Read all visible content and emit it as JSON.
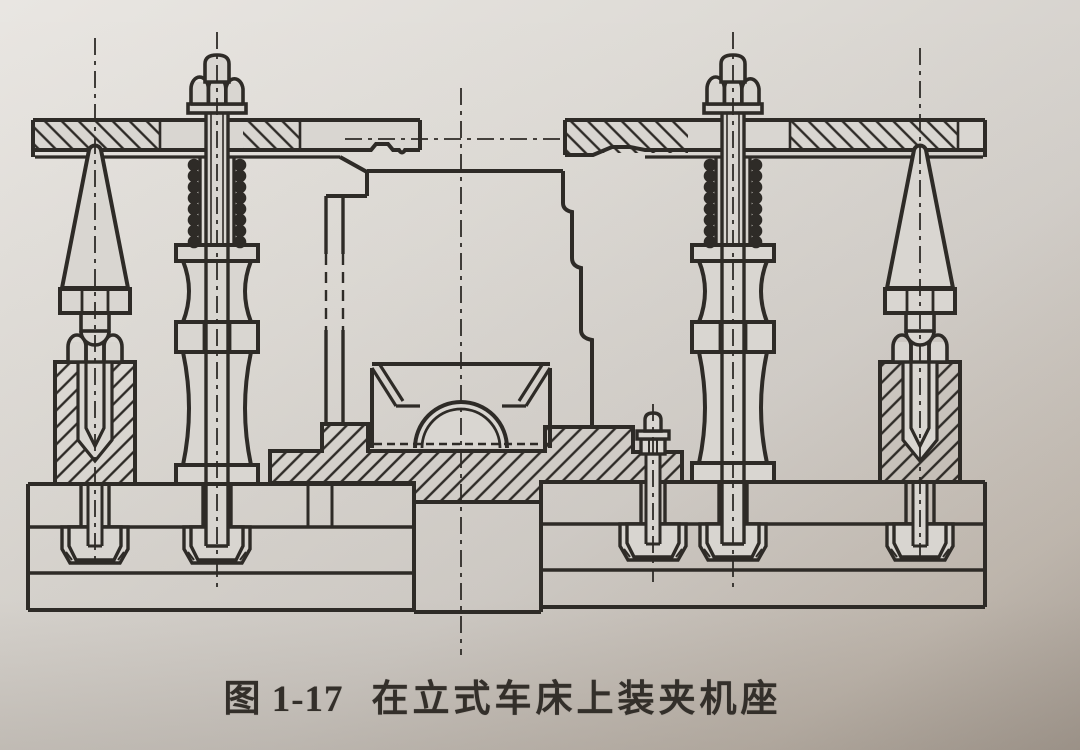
{
  "figure_caption": {
    "label": "图 1-17",
    "title": "在立式车床上装夹机座"
  },
  "drawing": {
    "kind": "engineering sectional drawing",
    "subject": "machine base clamped on a vertical lathe worktable with clamp plates, spring studs, screw jacks and T-slot bolts"
  },
  "colors": {
    "paper_light": "#edeae6",
    "paper_mid": "#d7d4cf",
    "paper_dark": "#a89f96",
    "ink": "#2e2b27"
  }
}
